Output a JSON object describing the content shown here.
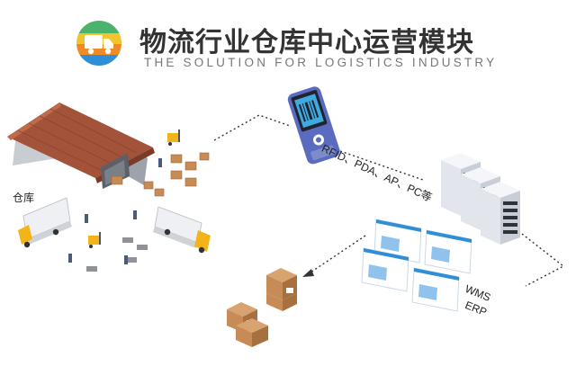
{
  "header": {
    "title": "物流行业仓库中心运营模块",
    "subtitle": "THE SOLUTION FOR LOGISTICS INDUSTRY"
  },
  "labels": {
    "warehouse": "仓库",
    "devices": "RFID、PDA、AP、PC等",
    "wms": "WMS",
    "erp": "ERP"
  },
  "icons": {
    "logo": "delivery-truck-icon"
  },
  "colors": {
    "logo_green": "#4bb36b",
    "logo_yellow": "#f4c430",
    "logo_orange": "#f08a24",
    "logo_blue": "#2f8fd6",
    "roof": "#a2533a",
    "box": "#c68b56",
    "truck_yellow": "#f2b418",
    "server": "#e8ecf1",
    "pda": "#5b6bbf"
  }
}
